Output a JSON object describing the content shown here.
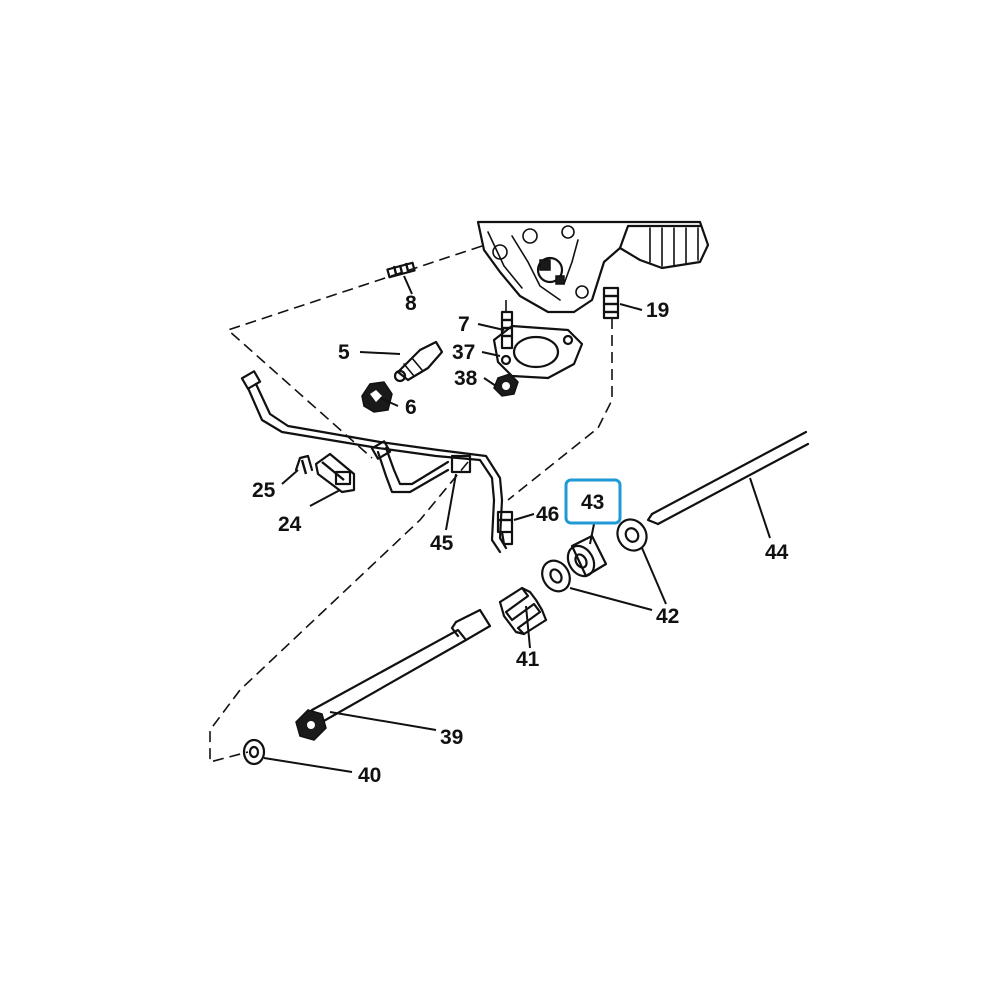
{
  "highlight": {
    "label": "43",
    "color": "#1f9ad6"
  },
  "labels": [
    {
      "id": "8",
      "text": "8"
    },
    {
      "id": "19",
      "text": "19"
    },
    {
      "id": "7",
      "text": "7"
    },
    {
      "id": "5",
      "text": "5"
    },
    {
      "id": "37",
      "text": "37"
    },
    {
      "id": "38",
      "text": "38"
    },
    {
      "id": "6",
      "text": "6"
    },
    {
      "id": "25",
      "text": "25"
    },
    {
      "id": "24",
      "text": "24"
    },
    {
      "id": "45",
      "text": "45"
    },
    {
      "id": "46",
      "text": "46"
    },
    {
      "id": "43",
      "text": "43"
    },
    {
      "id": "44",
      "text": "44"
    },
    {
      "id": "42",
      "text": "42"
    },
    {
      "id": "41",
      "text": "41"
    },
    {
      "id": "39",
      "text": "39"
    },
    {
      "id": "40",
      "text": "40"
    }
  ]
}
